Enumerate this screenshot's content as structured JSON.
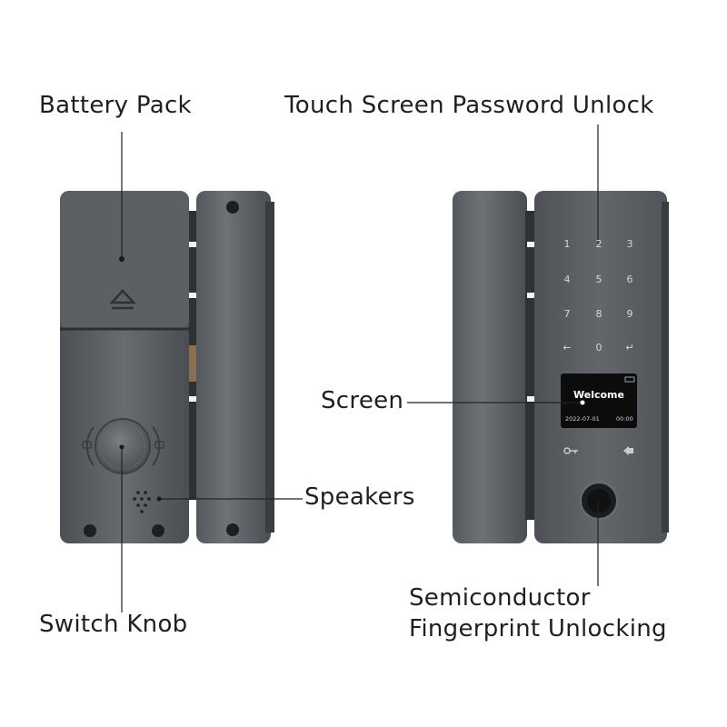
{
  "labels": {
    "battery_pack": "Battery Pack",
    "touch_screen": "Touch Screen Password Unlock",
    "screen": "Screen",
    "speakers": "Speakers",
    "switch_knob": "Switch Knob",
    "fingerprint_line1": "Semiconductor",
    "fingerprint_line2": "Fingerprint Unlocking"
  },
  "display": {
    "welcome": "Welcome",
    "date": "2022-07-01",
    "time": "00:00"
  },
  "keypad": [
    "1",
    "2",
    "3",
    "4",
    "5",
    "6",
    "7",
    "8",
    "9",
    "←",
    "0",
    "↵"
  ],
  "colors": {
    "body": "#5a5e62",
    "body_dark": "#3e4246",
    "leader": "#222222",
    "text": "#1f1f1f"
  }
}
